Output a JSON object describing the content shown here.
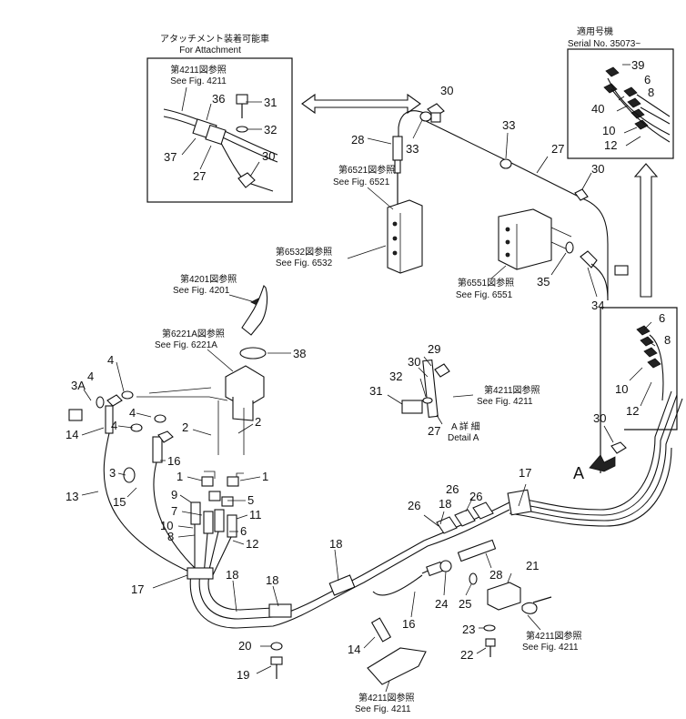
{
  "attachment_box": {
    "title_jp": "アタッチメント装着可能車",
    "title_en": "For Attachment",
    "ref_jp": "第4211図参照",
    "ref_en": "See Fig. 4211"
  },
  "serial_box": {
    "title_jp": "適用号機",
    "title_en": "Serial No. 35073~"
  },
  "refs": {
    "fig6521": {
      "jp": "第6521図参照",
      "en": "See Fig. 6521"
    },
    "fig6532": {
      "jp": "第6532図参照",
      "en": "See Fig. 6532"
    },
    "fig6551": {
      "jp": "第6551図参照",
      "en": "See Fig. 6551"
    },
    "fig4201": {
      "jp": "第4201図参照",
      "en": "See Fig. 4201"
    },
    "fig6221a": {
      "jp": "第6221A図参照",
      "en": "See Fig. 6221A"
    },
    "fig4211_detail": {
      "jp": "第4211図参照",
      "en": "See Fig. 4211"
    },
    "fig4211_right": {
      "jp": "第4211図参照",
      "en": "See Fig. 4211"
    },
    "fig4211_bottom": {
      "jp": "第4211図参照",
      "en": "See Fig. 4211"
    }
  },
  "detail": {
    "jp": "A 詳 細",
    "en": "Detail A",
    "marker": "A"
  },
  "callouts": {
    "c31a": "31",
    "c32a": "32",
    "c36": "36",
    "c37": "37",
    "c27a": "27",
    "c30a": "30",
    "c30b": "30",
    "c28a": "28",
    "c33a": "33",
    "c33b": "33",
    "c27b": "27",
    "c30c": "30",
    "c35": "35",
    "c34": "34",
    "c39": "39",
    "c6a": "6",
    "c8a": "8",
    "c40": "40",
    "c10a": "10",
    "c12a": "12",
    "c6b": "6",
    "c8b": "8",
    "c10b": "10",
    "c12b": "12",
    "c30d": "30",
    "c38": "38",
    "c29": "29",
    "c30e": "30",
    "c32b": "32",
    "c31b": "31",
    "c27c": "27",
    "c3a": "3A",
    "c4a": "4",
    "c4b": "4",
    "c4c": "4",
    "c4d": "4",
    "c14a": "14",
    "c3": "3",
    "c16a": "16",
    "c13": "13",
    "c15": "15",
    "c2a": "2",
    "c2b": "2",
    "c1a": "1",
    "c1b": "1",
    "c9": "9",
    "c7": "7",
    "c10c": "10",
    "c8c": "8",
    "c5": "5",
    "c11": "11",
    "c6c": "6",
    "c12c": "12",
    "c17a": "17",
    "c17b": "17",
    "c18a": "18",
    "c18b": "18",
    "c18c": "18",
    "c18d": "18",
    "c26a": "26",
    "c26b": "26",
    "c26c": "26",
    "c28b": "28",
    "c21": "21",
    "c24": "24",
    "c25": "25",
    "c16b": "16",
    "c23": "23",
    "c22": "22",
    "c20": "20",
    "c19": "19",
    "c14b": "14"
  }
}
